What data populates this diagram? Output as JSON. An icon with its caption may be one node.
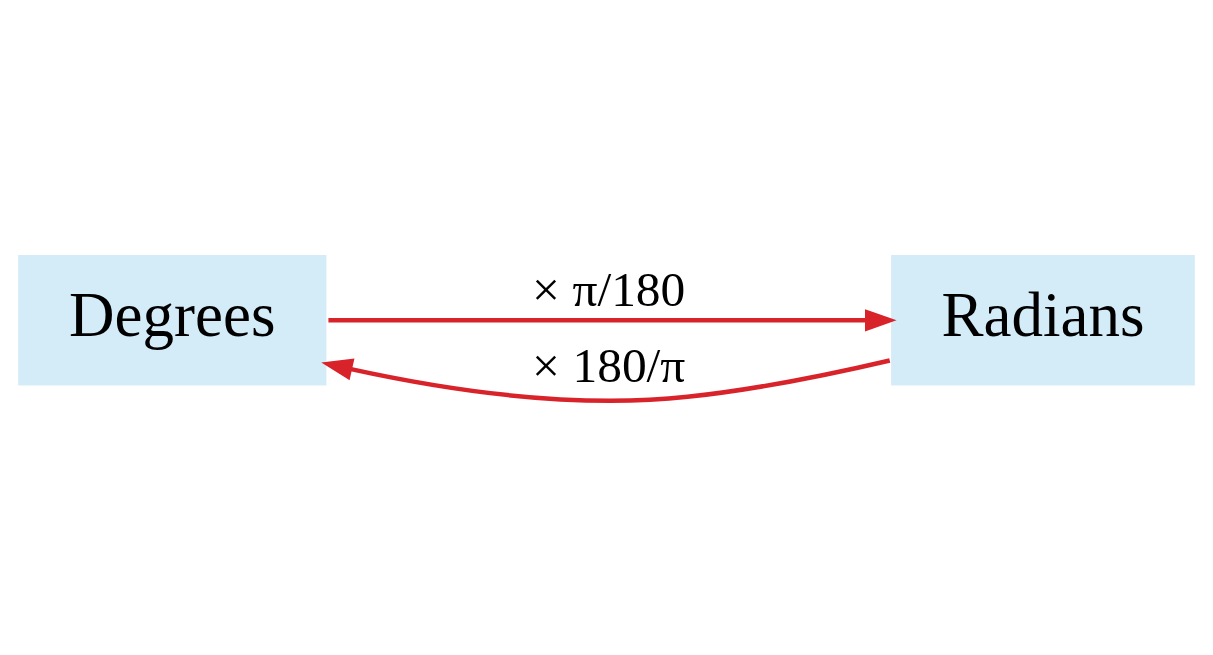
{
  "diagram": {
    "nodes": [
      {
        "text": [
          "Degrees"
        ]
      },
      {
        "text": [
          "Radians"
        ]
      }
    ],
    "edges": [
      {
        "from": 0,
        "to": 1,
        "arrow": "to",
        "label": "× π/180"
      },
      {
        "from": 1,
        "to": 0,
        "arrow": "to",
        "label": "× 180/π"
      }
    ]
  }
}
